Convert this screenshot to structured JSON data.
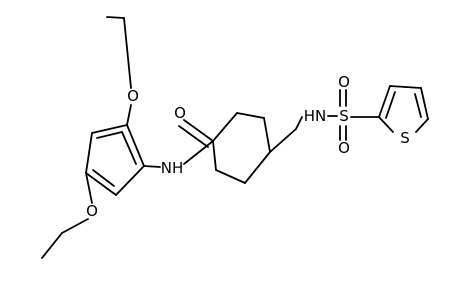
{
  "molecule": {
    "atoms": {
      "o_top": "O",
      "o_bottom": "O",
      "o_carbonyl": "O",
      "nh_amide": "NH",
      "nh_sulfonamide": "HN",
      "s_sulfonyl": "S",
      "o_sulfonyl_top": "O",
      "o_sulfonyl_bottom": "O",
      "s_thiophene": "S"
    }
  }
}
